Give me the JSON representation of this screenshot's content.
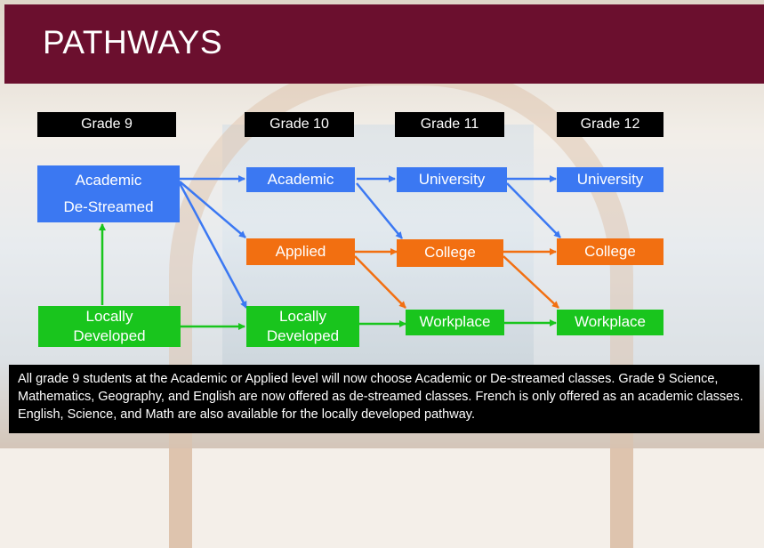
{
  "title": "PATHWAYS",
  "grades": [
    "Grade 9",
    "Grade 10",
    "Grade 11",
    "Grade 12"
  ],
  "boxes": {
    "g9_academic_line1": "Academic",
    "g9_academic_line2": "De-Streamed",
    "g9_locally_line1": "Locally",
    "g9_locally_line2": "Developed",
    "g10_academic": "Academic",
    "g10_applied": "Applied",
    "g10_locally_line1": "Locally",
    "g10_locally_line2": "Developed",
    "g11_university": "University",
    "g11_college": "College",
    "g11_workplace": "Workplace",
    "g12_university": "University",
    "g12_college": "College",
    "g12_workplace": "Workplace"
  },
  "colors": {
    "header": "#6b0f2e",
    "academic": "#3b78f2",
    "applied": "#f26f11",
    "locally": "#19c51d"
  },
  "note": "All grade 9 students at the Academic or Applied level will now choose Academic or De-streamed classes. Grade 9 Science, Mathematics, Geography, and English are now offered as de-streamed classes. French is only offered as an academic classes. English, Science, and Math are also available for the locally developed pathway."
}
